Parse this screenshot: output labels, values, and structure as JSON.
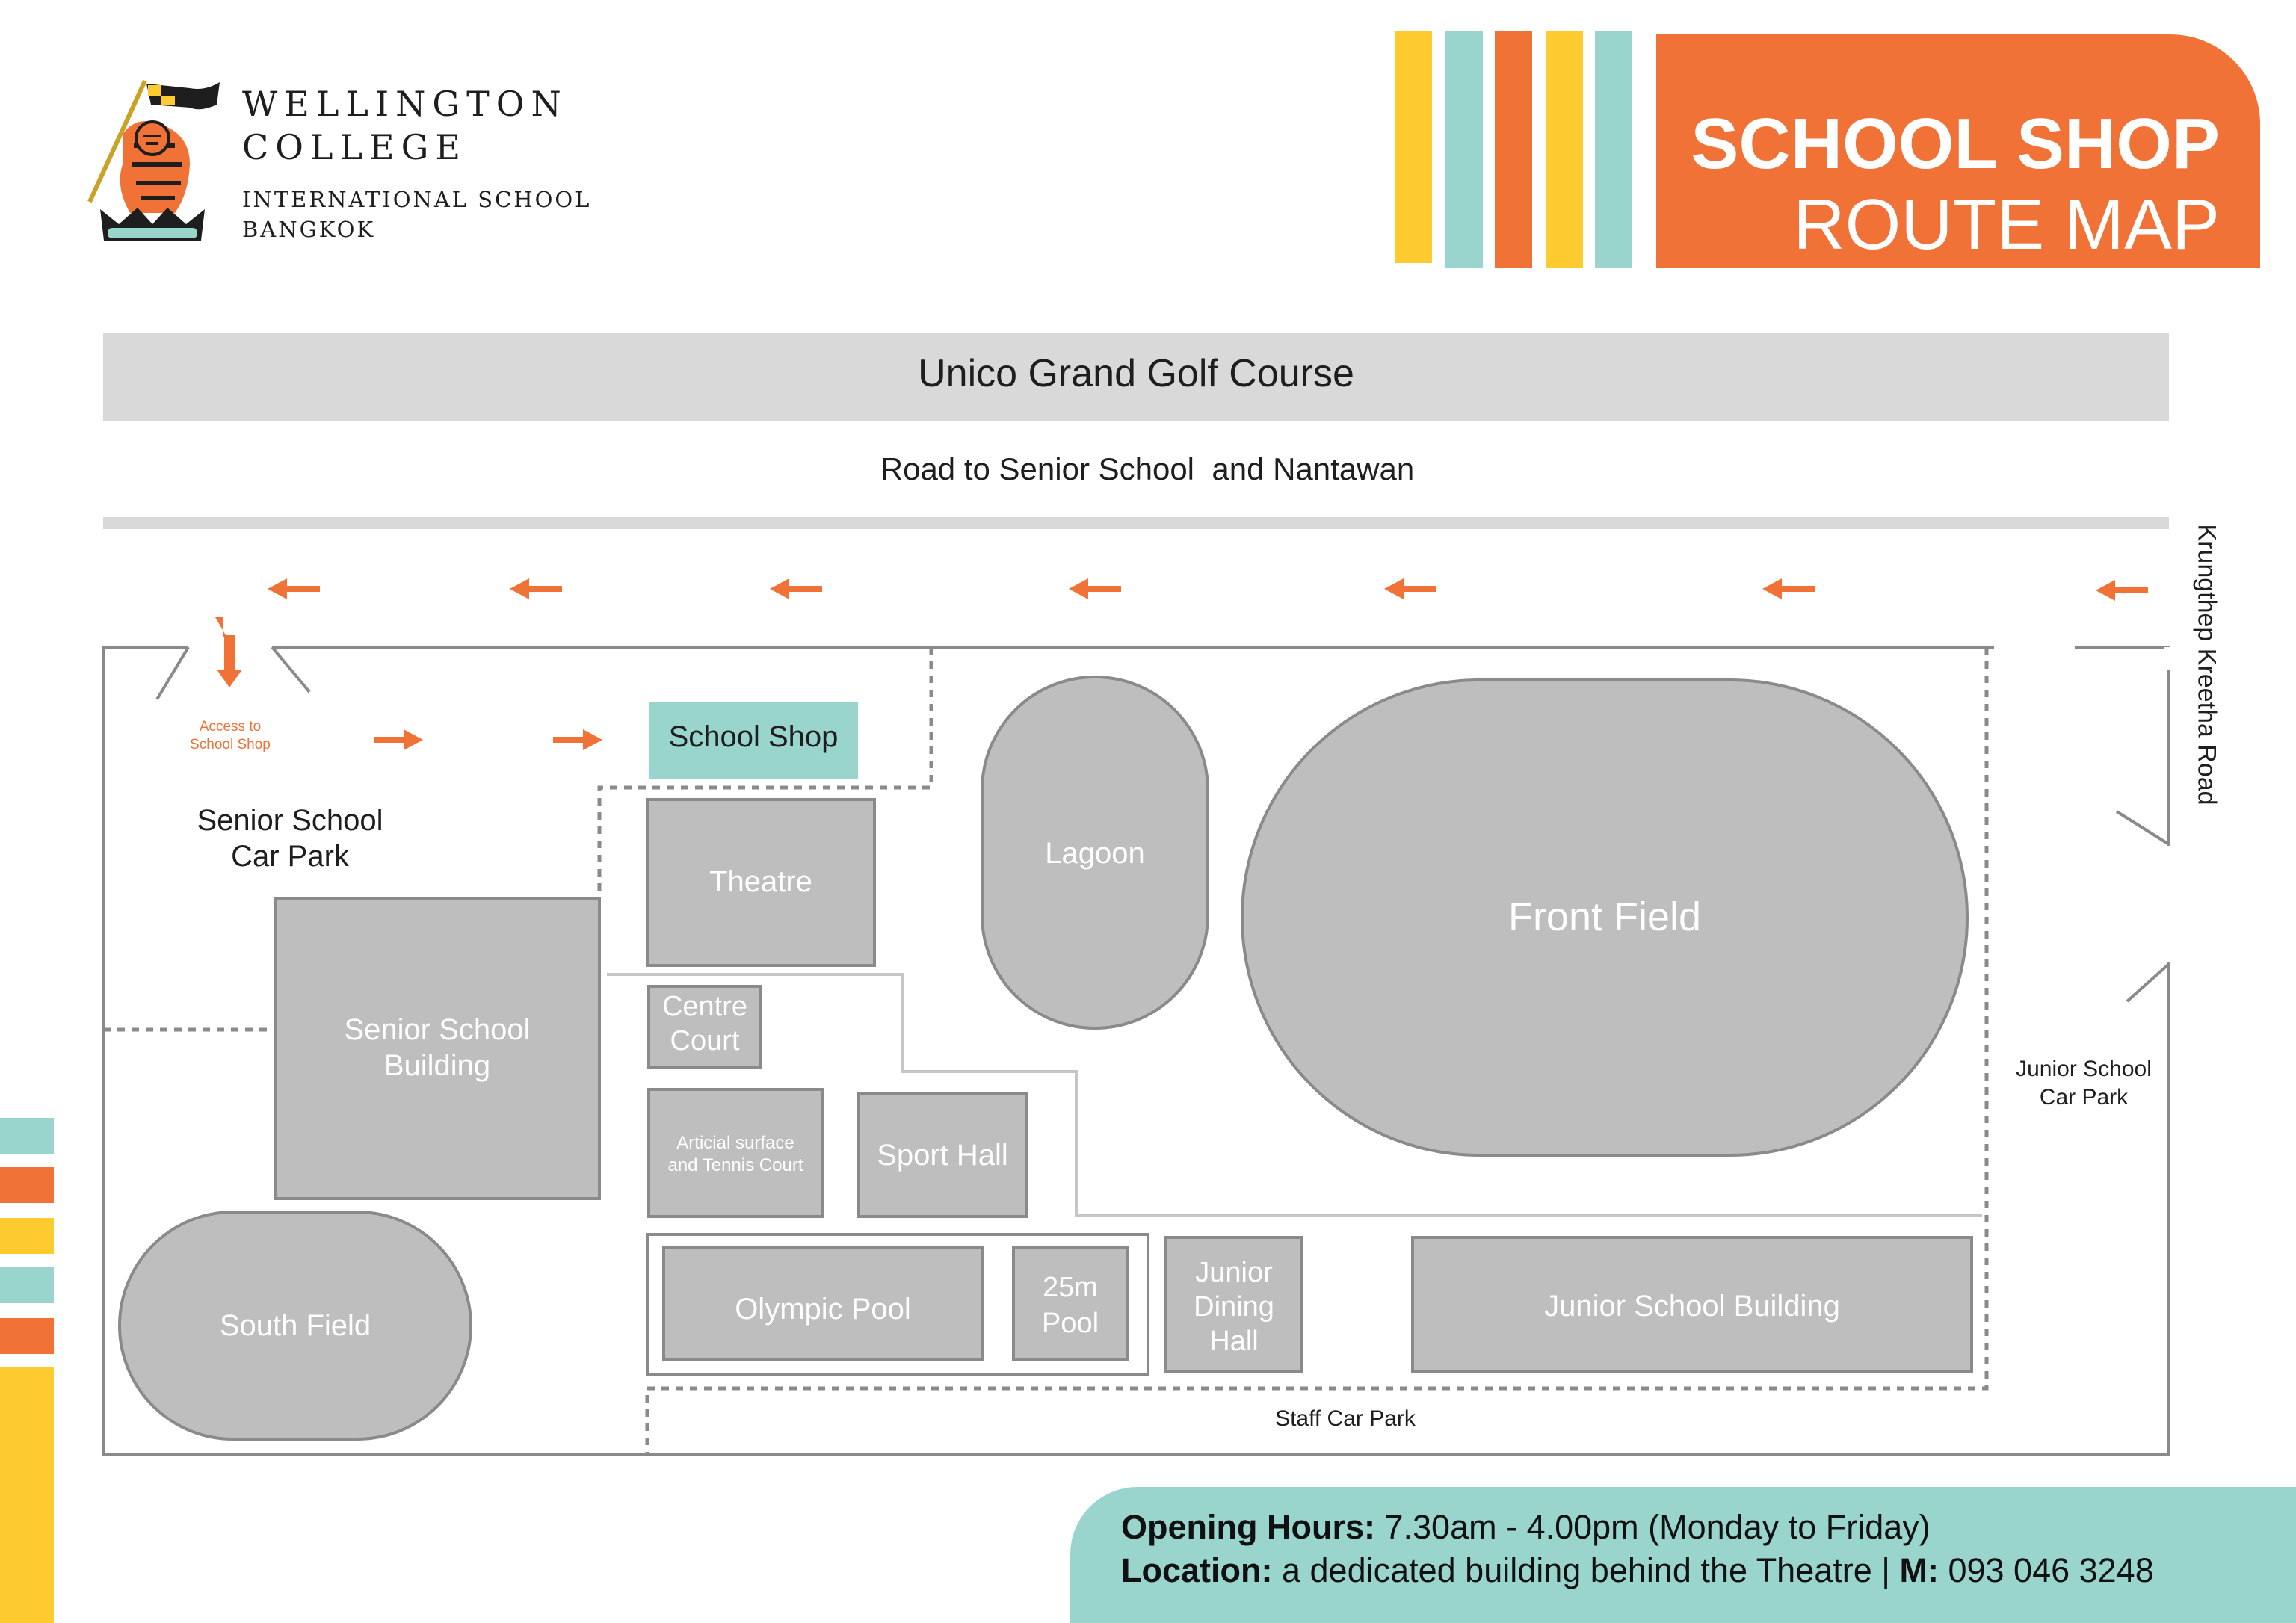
{
  "header": {
    "logo_line1": "WELLINGTON",
    "logo_line2": "COLLEGE",
    "logo_line3": "INTERNATIONAL SCHOOL",
    "logo_line4": "BANGKOK",
    "title_line1": "SCHOOL SHOP",
    "title_line2": "ROUTE MAP"
  },
  "colors": {
    "orange": "#f07236",
    "teal": "#99d5cd",
    "yellow": "#fdcb2f",
    "building_grey": "#bfbebe",
    "road_grey": "#d9d9d9"
  },
  "roads": {
    "golf_course": "Unico Grand Golf Course",
    "road_to_senior": "Road to Senior School  and Nantawan",
    "krungthep": "Krungthep Kreetha Road"
  },
  "map": {
    "access_line1": "Access to",
    "access_line2": "School Shop",
    "school_shop": "School Shop",
    "senior_car_park_1": "Senior School",
    "senior_car_park_2": "Car Park",
    "theatre": "Theatre",
    "lagoon": "Lagoon",
    "front_field": "Front Field",
    "senior_building_1": "Senior School",
    "senior_building_2": "Building",
    "centre_court_1": "Centre",
    "centre_court_2": "Court",
    "articial_1": "Articial surface",
    "articial_2": "and Tennis Court",
    "sport_hall": "Sport Hall",
    "junior_car_park_1": "Junior School",
    "junior_car_park_2": "Car Park",
    "south_field": "South Field",
    "olympic_pool": "Olympic Pool",
    "pool25_1": "25m",
    "pool25_2": "Pool",
    "junior_dining_1": "Junior",
    "junior_dining_2": "Dining",
    "junior_dining_3": "Hall",
    "junior_building": "Junior School Building",
    "staff_car_park": "Staff Car Park"
  },
  "info": {
    "hours_label": "Opening Hours:",
    "hours_value": " 7.30am - 4.00pm (Monday to Friday)",
    "location_label": "Location:",
    "location_value": " a dedicated building behind the Theatre | ",
    "phone_label": "M:",
    "phone_value": " 093 046 3248"
  }
}
